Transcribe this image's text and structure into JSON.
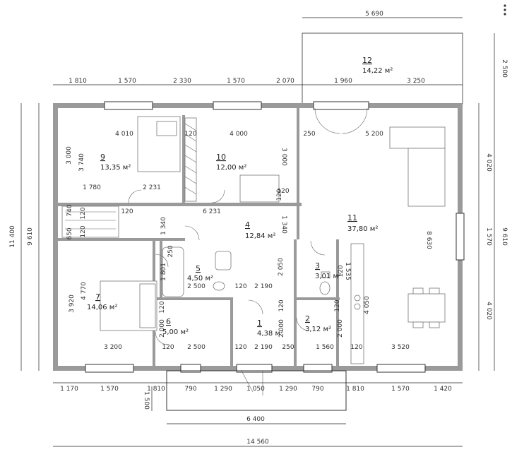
{
  "plan": {
    "rooms": [
      {
        "id": "1",
        "num": "1",
        "area": "4,38 м²"
      },
      {
        "id": "2",
        "num": "2",
        "area": "3,12 м²"
      },
      {
        "id": "3",
        "num": "3",
        "area": "3,01 м²"
      },
      {
        "id": "4",
        "num": "4",
        "area": "12,84 м²"
      },
      {
        "id": "5",
        "num": "5",
        "area": "4,50 м²"
      },
      {
        "id": "6",
        "num": "6",
        "area": "5,00 м²"
      },
      {
        "id": "7",
        "num": "7",
        "area": "14,06 м²"
      },
      {
        "id": "9",
        "num": "9",
        "area": "13,35 м²"
      },
      {
        "id": "10",
        "num": "10",
        "area": "12,00 м²"
      },
      {
        "id": "11",
        "num": "11",
        "area": "37,80 м²"
      },
      {
        "id": "12",
        "num": "12",
        "area": "14,22 м²"
      }
    ],
    "top_dims": [
      "1 810",
      "1 570",
      "2 330",
      "1 570",
      "2 070",
      "1 960",
      "3 250"
    ],
    "terrace_width": "5 690",
    "terrace_depth": "2 500",
    "bottom_dims": [
      "1 170",
      "1 570",
      "1 810",
      "790",
      "1 290",
      "1 050",
      "1 290",
      "790",
      "1 810",
      "1 570",
      "1 420"
    ],
    "porch_depth": "1 500",
    "porch_width": "6 400",
    "total_width": "14 560",
    "left_dims": {
      "total": "11 400",
      "inner": "9 610"
    },
    "right_dims": [
      "4 020",
      "1 570",
      "4 020"
    ],
    "right_total": "9 610",
    "interior_dims": {
      "r9_w": "4 010",
      "r9_d": "3 000",
      "r9_d2": "3 740",
      "r10_w": "4 000",
      "r10_d": "3 000",
      "w120a": "120",
      "w120b": "120",
      "w120c": "120",
      "w120d": "120",
      "w120e": "120",
      "w120f": "120",
      "w120g": "120",
      "w120h": "120",
      "w120i": "120",
      "w120j": "120",
      "w120k": "120",
      "w120l": "120",
      "w120m": "120",
      "w120n": "120",
      "w250a": "250",
      "w250b": "250",
      "w250c": "250",
      "d1780": "1 780",
      "d2231": "2 231",
      "d6231": "6 231",
      "d1340a": "1 340",
      "d1340b": "1 340",
      "d740": "740",
      "d650": "650",
      "d5200": "5 200",
      "d8630": "8 630",
      "d1801": "1 801",
      "d2500a": "2 500",
      "d2190a": "2 190",
      "d2050": "2 050",
      "d1535": "1 535",
      "d4770": "4 770",
      "d3920": "3 920",
      "d2000a": "2 000",
      "d2000b": "2 000",
      "d2000c": "2 000",
      "d3200": "3 200",
      "d2500b": "2 500",
      "d2190b": "2 190",
      "d1560": "1 560",
      "d3520": "3 520",
      "d4050": "4 050"
    }
  }
}
